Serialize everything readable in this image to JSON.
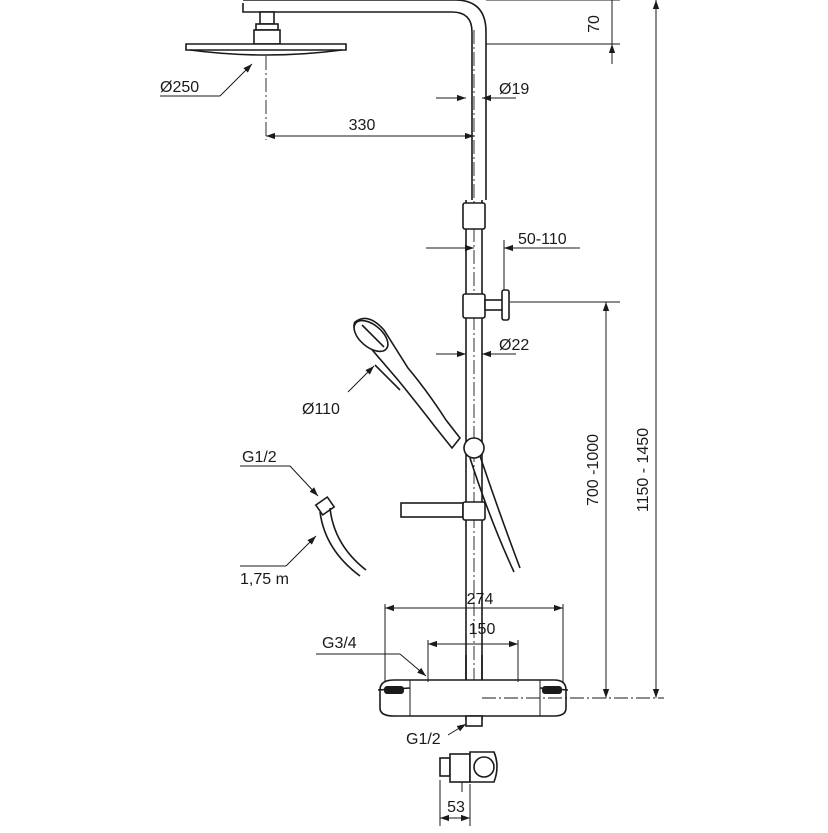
{
  "labels": {
    "rise": "70",
    "head_diameter": "Ø250",
    "pipe_diameter_top": "Ø19",
    "arm_length": "330",
    "wall_bracket": "50-110",
    "pipe_diameter_lower": "Ø22",
    "handshower_diameter": "Ø110",
    "hose_thread": "G1/2",
    "hose_length": "1,75 m",
    "thermostat_width": "274",
    "inlet_spacing": "150",
    "inlet_thread": "G3/4",
    "outlet_thread": "G1/2",
    "outlet_depth": "53",
    "bracket_height": "700 -1000",
    "total_height": "1150 - 1450"
  }
}
